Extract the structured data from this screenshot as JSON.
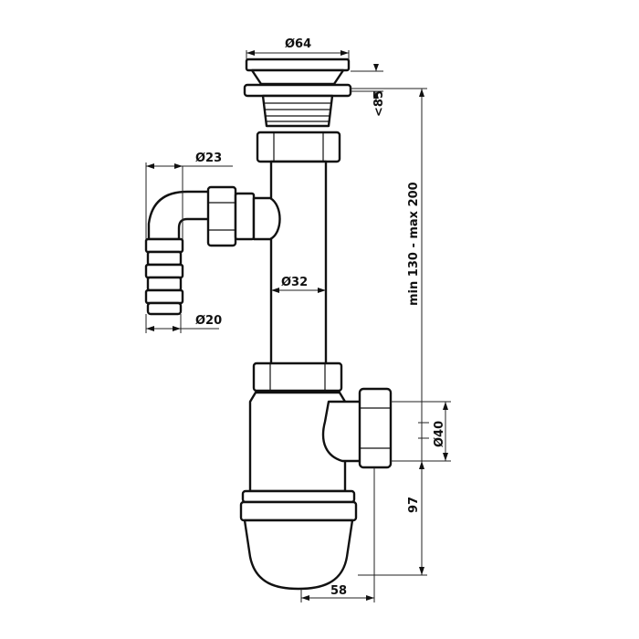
{
  "diagram": {
    "dimensions": {
      "top_diameter": "Ø64",
      "flange_height": "<85",
      "hose_outer_diameter": "Ø23",
      "hose_inner_diameter": "Ø20",
      "pipe_diameter": "Ø32",
      "adjustable_height": "min 130 - max 200",
      "outlet_diameter": "Ø40",
      "bottom_height": "97",
      "bottom_width": "58"
    }
  }
}
